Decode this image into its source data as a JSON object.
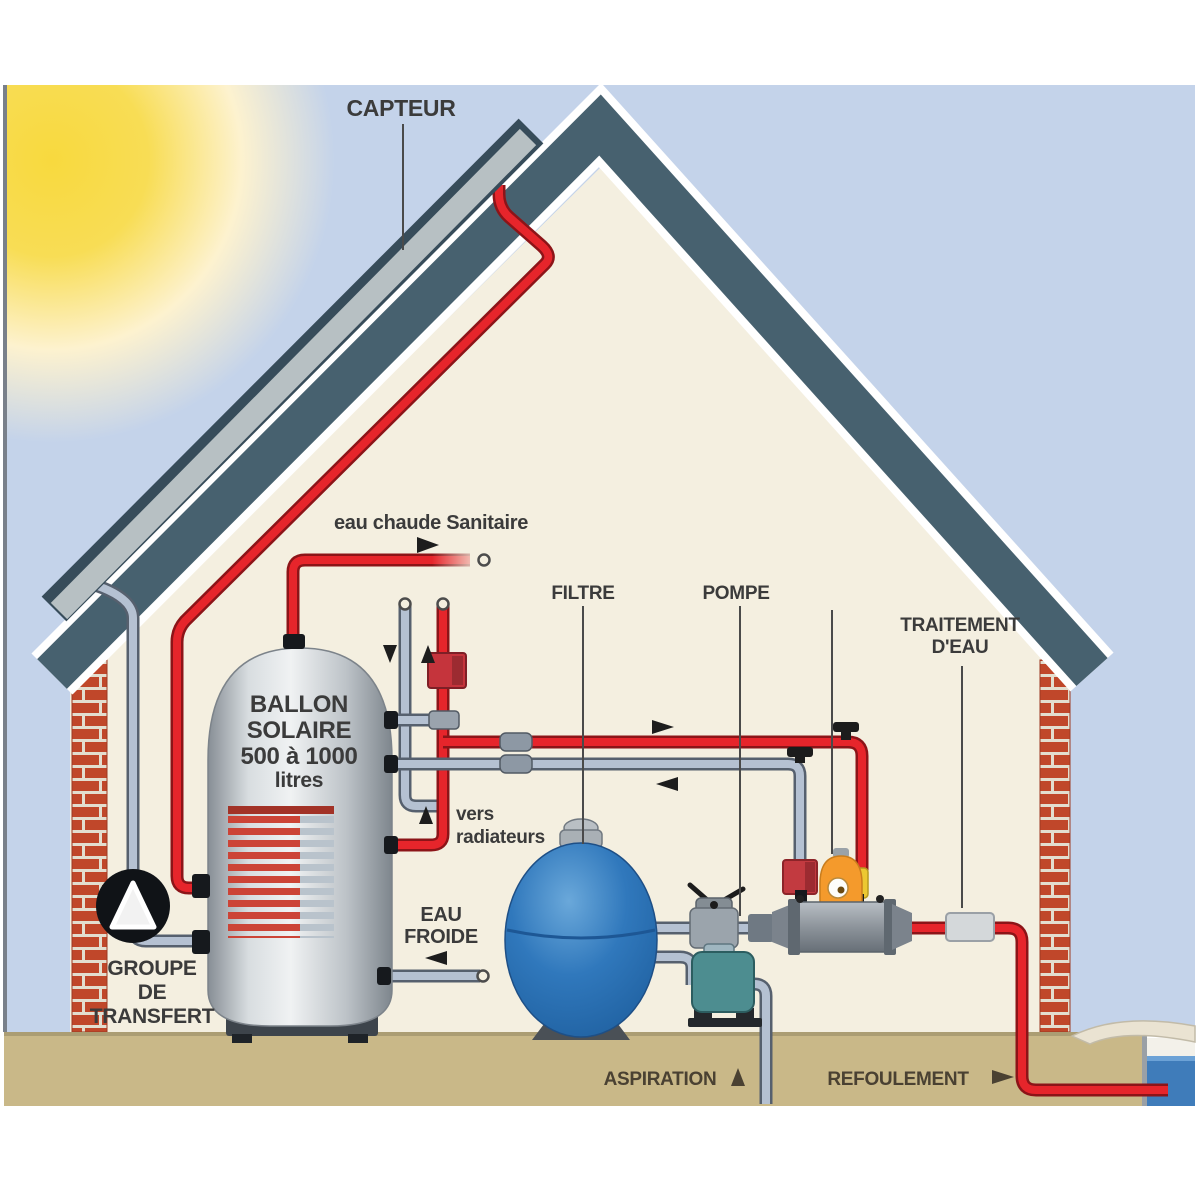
{
  "diagram": {
    "labels": {
      "capteur": "CAPTEUR",
      "eau_chaude_sanitaire": "eau chaude Sanitaire",
      "filtre": "FILTRE",
      "pompe": "POMPE",
      "traitement_line1": "TRAITEMENT",
      "traitement_line2": "D'EAU",
      "ballon_line1": "BALLON",
      "ballon_line2": "SOLAIRE",
      "ballon_line3": "500 à 1000",
      "ballon_line4": "litres",
      "vers_line1": "vers",
      "vers_line2": "radiateurs",
      "eau_froide_line1": "EAU",
      "eau_froide_line2": "FROIDE",
      "groupe_line1": "GROUPE",
      "groupe_line2": "DE",
      "groupe_line3": "TRANSFERT",
      "aspiration": "ASPIRATION",
      "refoulement": "REFOULEMENT"
    },
    "components": [
      "solar-collector",
      "solar-tank",
      "transfer-pump-group",
      "heat-exchange-coil",
      "pool-filter",
      "multiport-valve",
      "pool-pump",
      "heat-exchanger",
      "water-treatment-unit",
      "pool"
    ],
    "colors": {
      "sky": "#c4d3ea",
      "sun": "#f8d93e",
      "roof": "#47616f",
      "interior": "#f4efe0",
      "brick": "#c0472a",
      "ground": "#c9b888",
      "pipe_hot": "#e6252b",
      "pipe_cold": "#b5c1d2",
      "pool_water": "#3f7cba",
      "filter_blue": "#3078bc",
      "pump_teal": "#4d8d90",
      "motor_orange": "#f49a2c"
    }
  }
}
